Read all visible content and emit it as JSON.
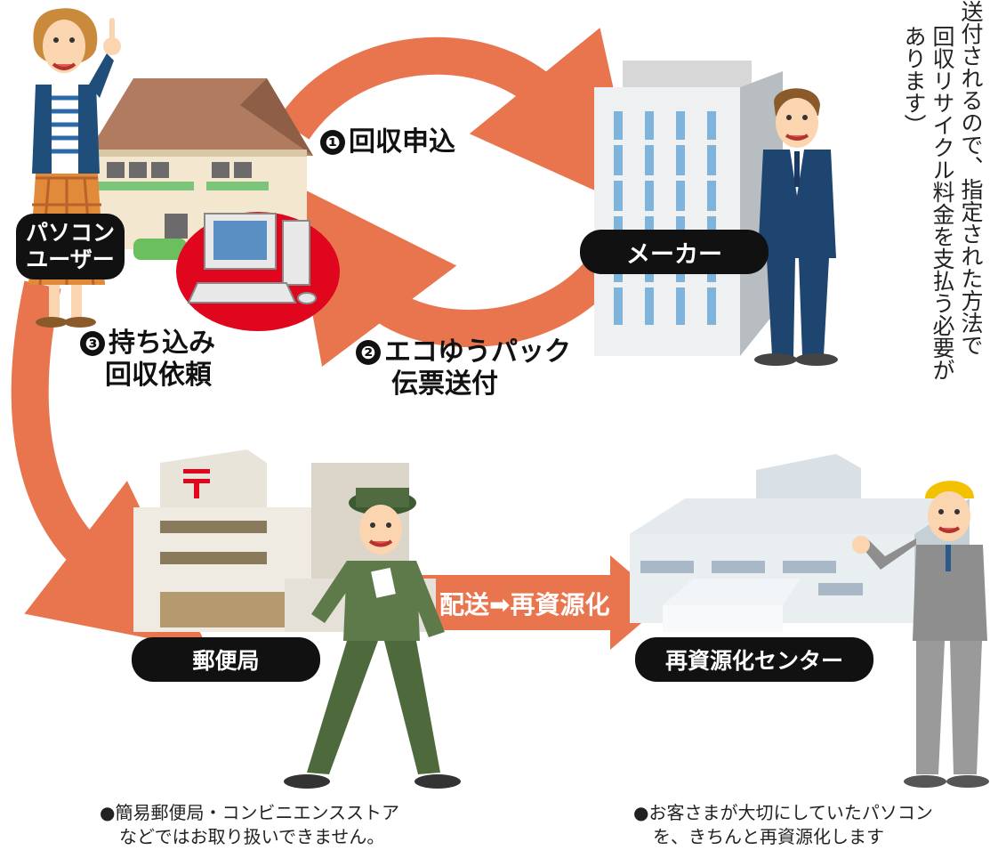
{
  "colors": {
    "arrow": "#E9754F",
    "pill": "#111111",
    "red_circle": "#E0061D"
  },
  "roles": {
    "user": [
      "パソコン",
      "ユーザー"
    ],
    "maker": "メーカー",
    "post_office": "郵便局",
    "recycle_center": "再資源化センター"
  },
  "steps": {
    "s1": {
      "num": "❶",
      "label": "回収申込"
    },
    "s2": {
      "num": "❷",
      "line1": "エコゆうパック",
      "line2": "伝票送付"
    },
    "s3": {
      "num": "❸",
      "line1": "持ち込み",
      "line2": "回収依頼"
    }
  },
  "arrow_label": "配送➡再資源化",
  "side_text": [
    "送付されるので、指定された方法で",
    "回収リサイクル料金を支払う必要が",
    "あります）"
  ],
  "notes": {
    "post": [
      "●簡易郵便局・コンビニエンスストア",
      "などではお取り扱いできません。"
    ],
    "center": [
      "●お客さまが大切にしていたパソコン",
      "を、きちんと再資源化します"
    ]
  },
  "icons": [
    "house-icon",
    "computer-icon",
    "building-icon",
    "post-office-icon",
    "factory-icon",
    "postal-mark-icon"
  ]
}
